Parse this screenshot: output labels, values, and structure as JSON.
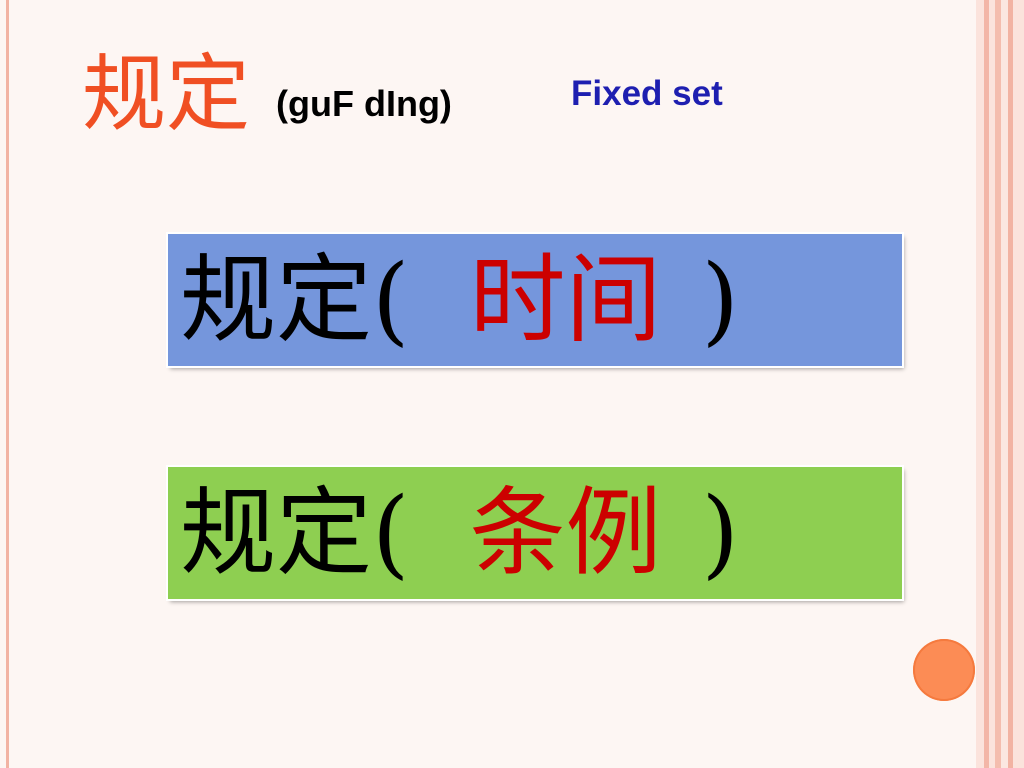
{
  "slide": {
    "title_chinese": "规定",
    "title_pinyin": "(guF dIng)",
    "title_english": "Fixed set"
  },
  "examples": [
    {
      "lead": "规定(",
      "word": "时间",
      "close": ")"
    },
    {
      "lead": "规定(",
      "word": "条例",
      "close": ")"
    }
  ],
  "colors": {
    "title_accent": "#f04f23",
    "english_text": "#1e1fb0",
    "example_word": "#cc0000",
    "box_blue": "#7596dc",
    "box_green": "#8ecf51",
    "decor_dot": "#fc8c55"
  }
}
